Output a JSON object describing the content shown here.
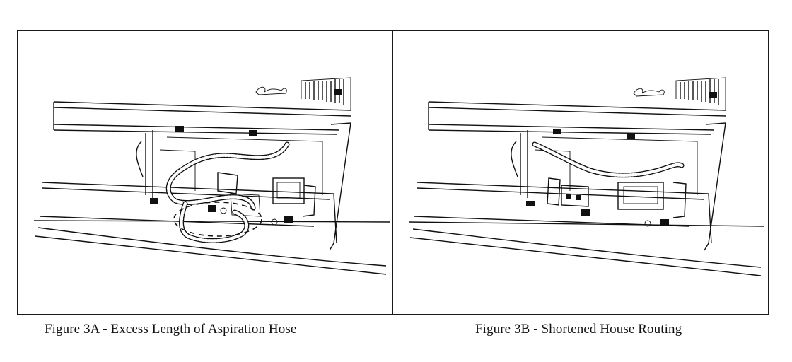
{
  "figures": [
    {
      "caption": "Figure 3A - Excess Length of Aspiration Hose",
      "variant": "excess-hose"
    },
    {
      "caption": "Figure 3B - Shortened House Routing",
      "variant": "shortened-hose"
    }
  ],
  "colors": {
    "ink": "#111111",
    "paper": "#ffffff",
    "frame": "#1a1a1a"
  }
}
